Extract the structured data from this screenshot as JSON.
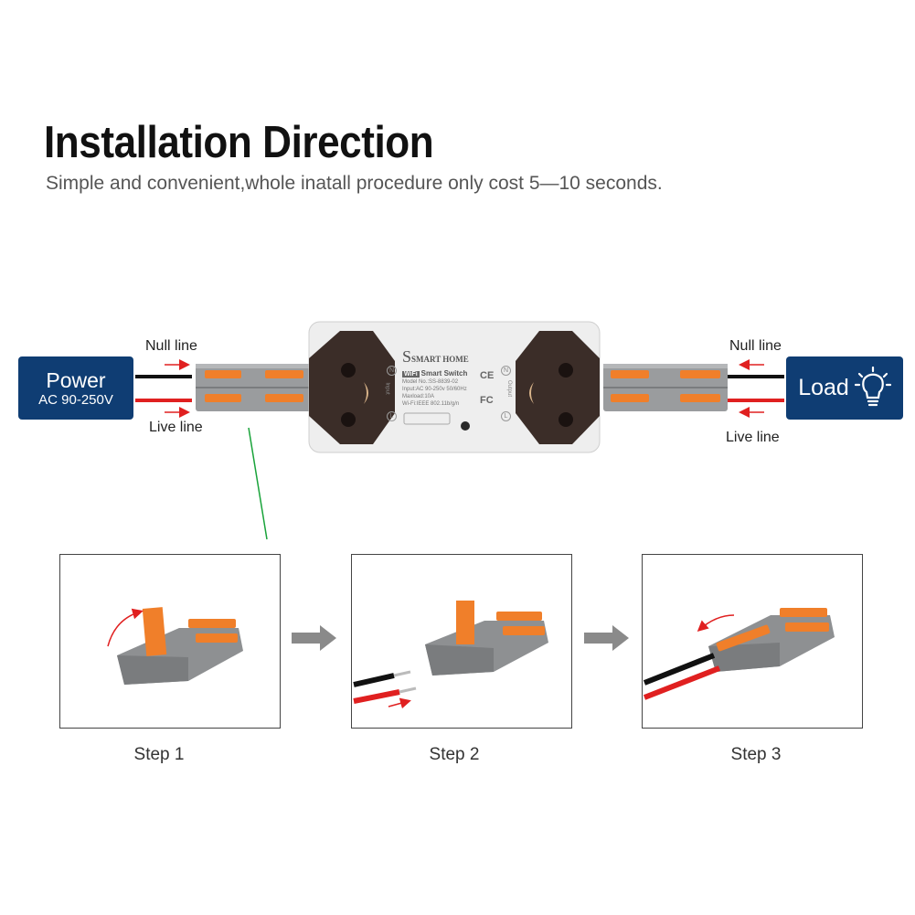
{
  "header": {
    "title": "Installation Direction",
    "subtitle": "Simple and convenient,whole inatall procedure only cost 5—10 seconds."
  },
  "power": {
    "label": "Power",
    "voltage": "AC 90-250V"
  },
  "load": {
    "label": "Load",
    "icon": "light-bulb-icon"
  },
  "wires": {
    "input_null": "Null line",
    "input_live": "Live line",
    "output_null": "Null line",
    "output_live": "Live line"
  },
  "device": {
    "brand": "SMART HOME",
    "brand_initial": "S",
    "wifi_badge": "WiFi",
    "product": "Smart Switch",
    "model": "Model No.:SS-8839-02",
    "input": "Input:AC 90-250v 50/60Hz",
    "maxload": "Maxload:10A",
    "wifi": "Wi-Fi:IEEE 802.11b/g/n",
    "input_label": "Input",
    "output_label": "Output",
    "n_mark": "N",
    "l_mark": "L"
  },
  "steps": [
    {
      "label": "Step 1"
    },
    {
      "label": "Step 2"
    },
    {
      "label": "Step 3"
    }
  ],
  "colors": {
    "box_blue": "#0f3d73",
    "wire_red": "#e02020",
    "wire_black": "#111111",
    "connector_orange": "#f07f2a",
    "connector_gray": "#8e9092",
    "guide_green": "#19a33a"
  }
}
